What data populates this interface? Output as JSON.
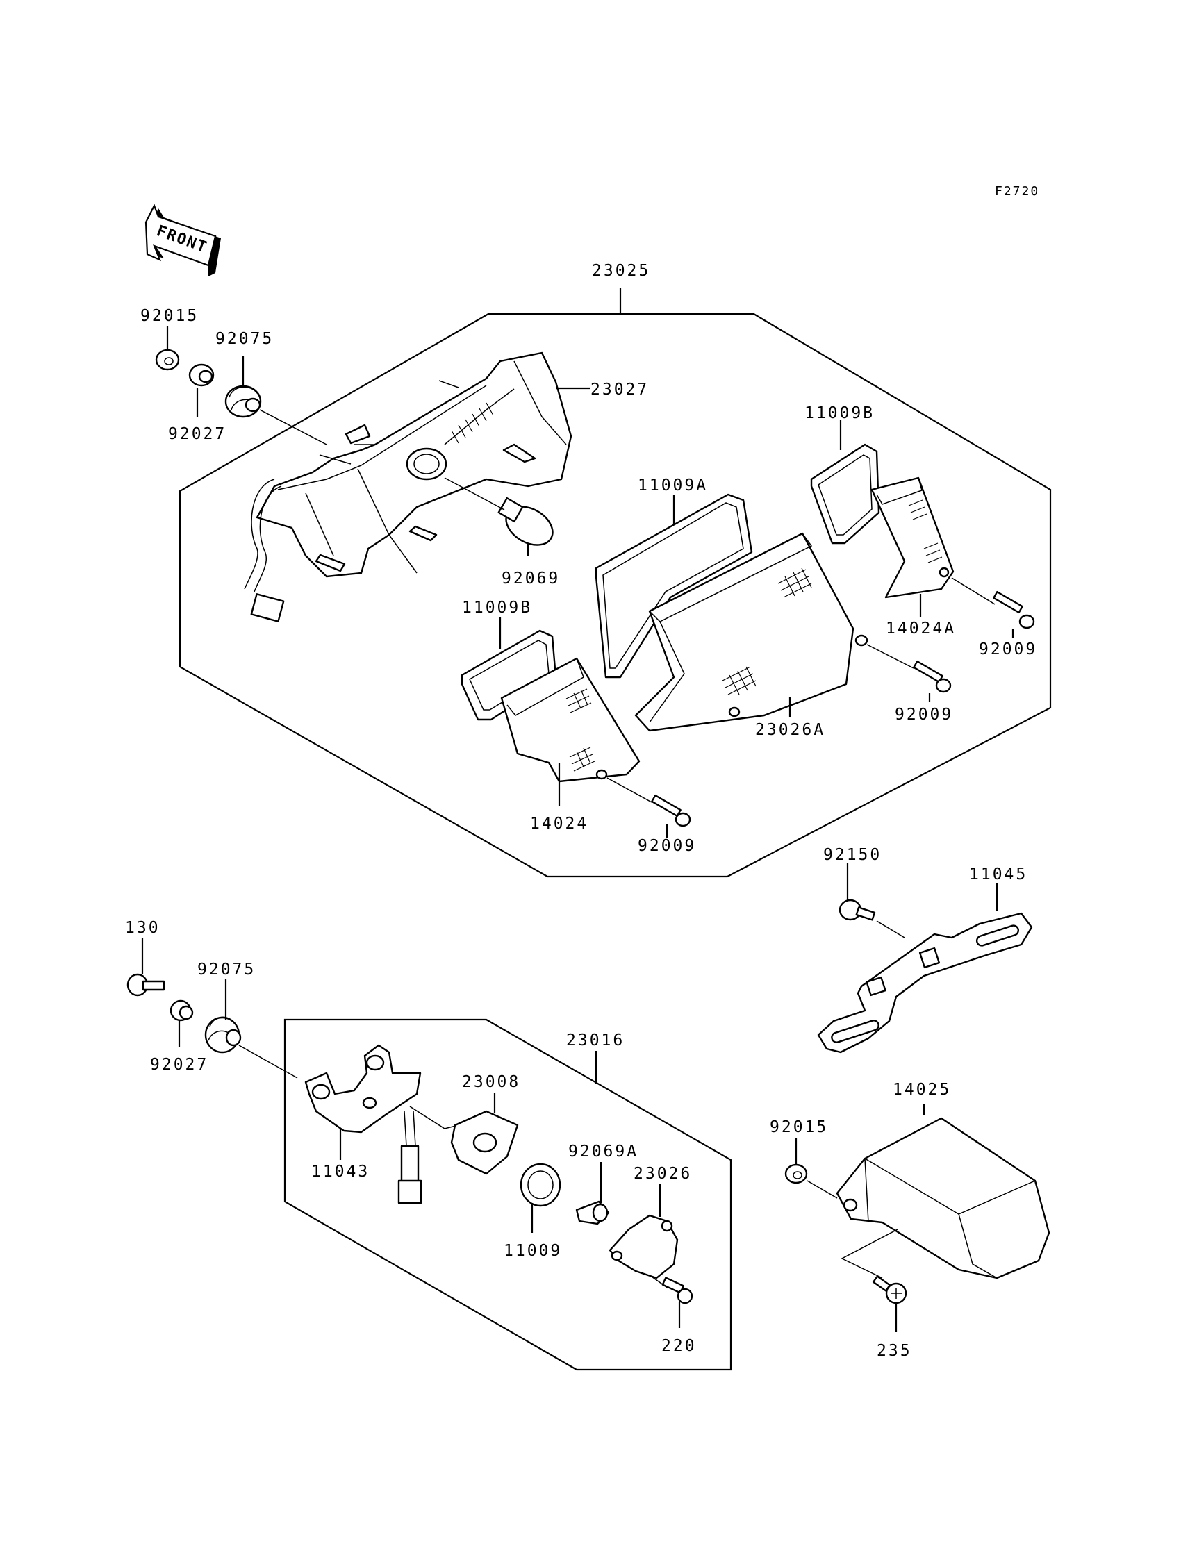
{
  "figure_code": "F2720",
  "direction_label": "FRONT",
  "part_labels": {
    "p23025": "23025",
    "p92015_top": "92015",
    "p92075_top": "92075",
    "p92027_top": "92027",
    "p23027": "23027",
    "p11009B_right": "11009B",
    "p11009A": "11009A",
    "p92069": "92069",
    "p11009B_left": "11009B",
    "p14024A": "14024A",
    "p92009_right": "92009",
    "p92009_mid": "92009",
    "p23026A": "23026A",
    "p14024": "14024",
    "p92009_bottom": "92009",
    "p92150": "92150",
    "p11045": "11045",
    "p130": "130",
    "p92075_bottom": "92075",
    "p92027_bottom": "92027",
    "p23016": "23016",
    "p23008": "23008",
    "p11043": "11043",
    "p92069A": "92069A",
    "p23026": "23026",
    "p11009": "11009",
    "p220": "220",
    "p14025": "14025",
    "p92015_bottom": "92015",
    "p235": "235"
  }
}
